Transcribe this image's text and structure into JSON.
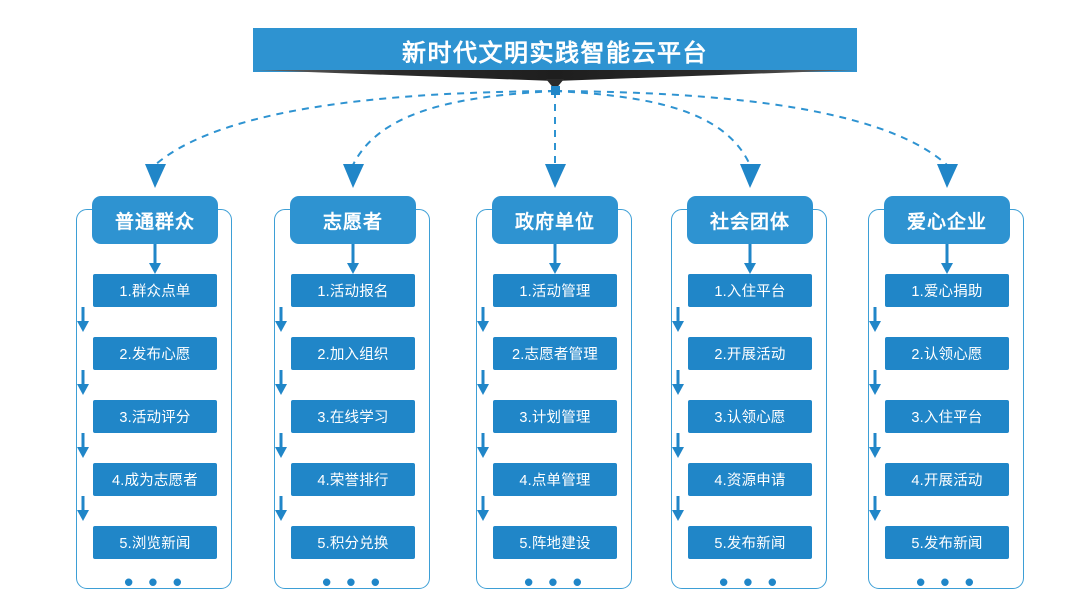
{
  "title": {
    "text": "新时代文明实践智能云平台",
    "bar_color": "#2e93d1",
    "shadow_color": "#2b2b2b"
  },
  "theme": {
    "accent": "#2086c8",
    "header_blue": "#2e93d1",
    "frame_border": "#3d9fd6",
    "arrow_color": "#2086c8",
    "dashed_connector": "#2e93d1",
    "text_on_blue": "#ffffff",
    "page_background": "#ffffff"
  },
  "ellipsis": "• • •",
  "columns": [
    {
      "header": "普通群众",
      "items": [
        "1.群众点单",
        "2.发布心愿",
        "3.活动评分",
        "4.成为志愿者",
        "5.浏览新闻"
      ]
    },
    {
      "header": "志愿者",
      "items": [
        "1.活动报名",
        "2.加入组织",
        "3.在线学习",
        "4.荣誉排行",
        "5.积分兑换"
      ]
    },
    {
      "header": "政府单位",
      "items": [
        "1.活动管理",
        "2.志愿者管理",
        "3.计划管理",
        "4.点单管理",
        "5.阵地建设"
      ]
    },
    {
      "header": "社会团体",
      "items": [
        "1.入住平台",
        "2.开展活动",
        "3.认领心愿",
        "4.资源申请",
        "5.发布新闻"
      ]
    },
    {
      "header": "爱心企业",
      "items": [
        "1.爱心捐助",
        "2.认领心愿",
        "3.入住平台",
        "4.开展活动",
        "5.发布新闻"
      ]
    }
  ]
}
